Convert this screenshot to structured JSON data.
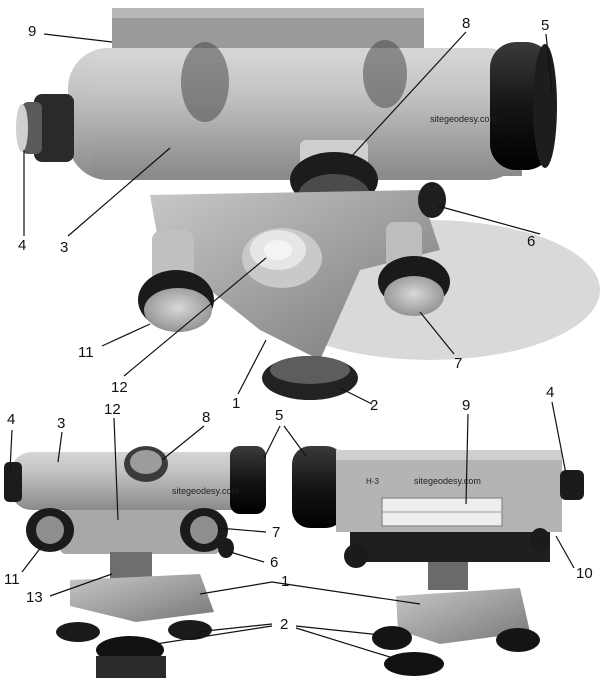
{
  "watermarks": {
    "top": "sitegeodesy.com",
    "bottom_left": "sitegeodesy.com",
    "bottom_right": "sitegeodesy.com",
    "model_mark": "H-3"
  },
  "callouts": {
    "top": {
      "n9": "9",
      "n8": "8",
      "n5": "5",
      "n4": "4",
      "n3": "3",
      "n6": "6",
      "n11": "11",
      "n12": "12",
      "n7": "7",
      "n1": "1",
      "n2": "2"
    },
    "bottom_left": {
      "n4": "4",
      "n3": "3",
      "n12": "12",
      "n8": "8",
      "n5": "5",
      "n7": "7",
      "n6": "6",
      "n11": "11",
      "n13": "13",
      "n1": "1",
      "n2": "2"
    },
    "bottom_right": {
      "n9": "9",
      "n4": "4",
      "n10": "10"
    }
  }
}
